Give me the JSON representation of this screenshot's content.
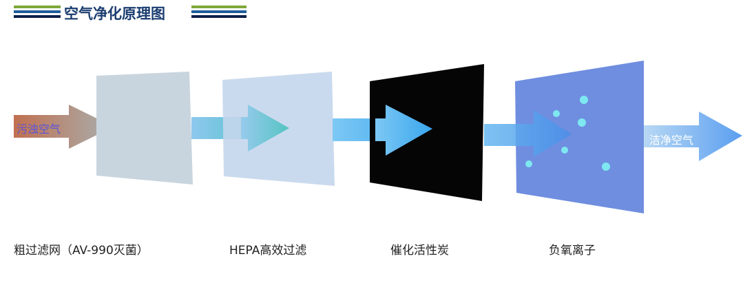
{
  "title": "空气净化原理图",
  "input_arrow_label": "污浊空气",
  "output_arrow_label": "洁净空气",
  "stages": [
    {
      "label": "粗过滤网（AV-990灭菌）",
      "color": "#c9d5de"
    },
    {
      "label": "HEPA高效过滤",
      "color": "#c4d6ec"
    },
    {
      "label": "催化活性炭",
      "color": "#050505"
    },
    {
      "label": "负氧离子",
      "color": "#6f8ee0"
    }
  ]
}
